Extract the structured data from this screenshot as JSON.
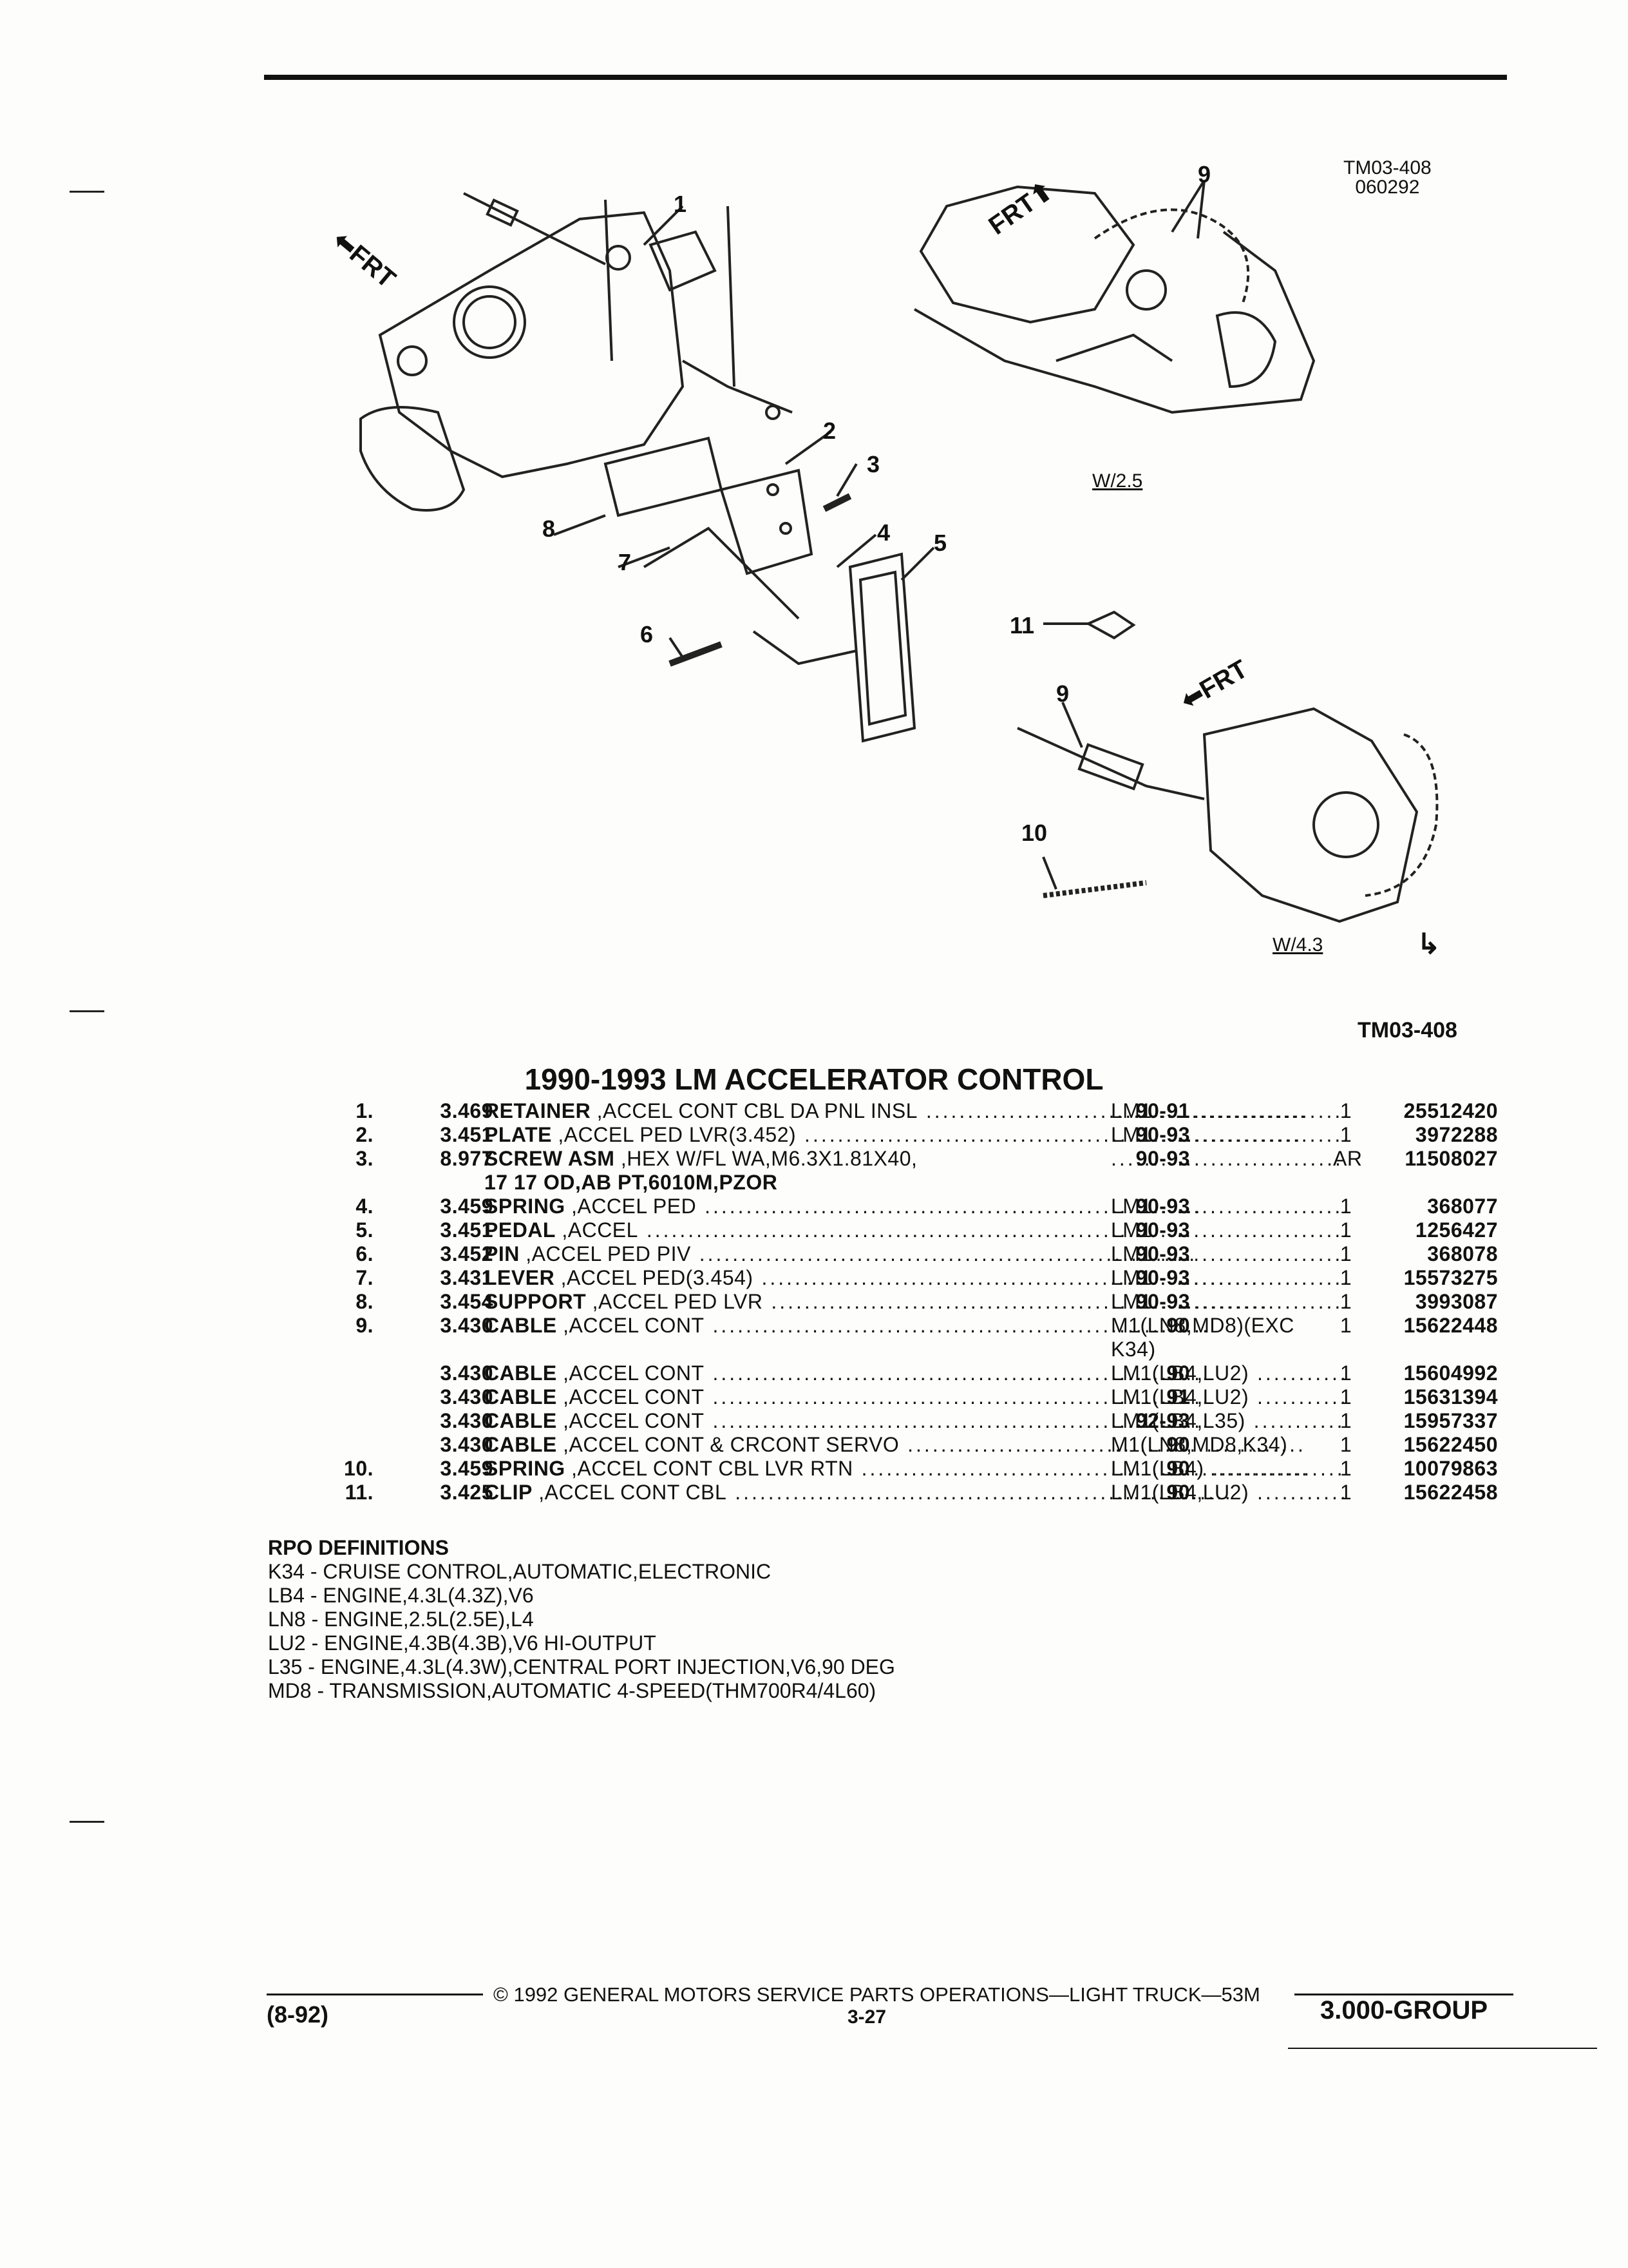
{
  "header": {
    "diagram_code": "TM03-408",
    "diagram_date": "060292"
  },
  "diagram": {
    "callouts": {
      "c1": "1",
      "c2": "2",
      "c3": "3",
      "c4": "4",
      "c5": "5",
      "c6": "6",
      "c7": "7",
      "c8": "8",
      "c9a": "9",
      "c9b": "9",
      "c10": "10",
      "c11": "11"
    },
    "frt_label": "FRT",
    "variant_upper": "W/2.5",
    "variant_lower": "W/4.3"
  },
  "diagram_ref": "TM03-408",
  "title": "1990-1993 LM ACCELERATOR CONTROL",
  "parts": [
    {
      "num": "1.",
      "group": "3.469",
      "name": "RETAINER",
      "desc": " ,ACCEL CONT CBL DA PNL INSL",
      "years": "90-91",
      "model": "LM1",
      "model_dots": true,
      "qty": "1",
      "part": "25512420"
    },
    {
      "num": "2.",
      "group": "3.451",
      "name": "PLATE",
      "desc": " ,ACCEL PED LVR(3.452)",
      "years": "90-93",
      "model": "LM1",
      "model_dots": true,
      "qty": "1",
      "part": "3972288"
    },
    {
      "num": "3.",
      "group": "8.977",
      "name": "SCREW ASM",
      "desc": " ,HEX W/FL WA,M6.3X1.81X40,",
      "years": "90-93",
      "model": "",
      "model_dots": true,
      "qty": "AR",
      "part": "11508027",
      "no_desc_dots": true
    },
    {
      "num": "",
      "group": "",
      "name": "",
      "desc": "17 17 OD,AB PT,6010M,PZOR",
      "years": "",
      "model": "",
      "model_dots": false,
      "qty": "",
      "part": "",
      "no_desc_dots": true,
      "plain": true
    },
    {
      "num": "4.",
      "group": "3.459",
      "name": "SPRING",
      "desc": " ,ACCEL PED",
      "years": "90-93",
      "model": "LM1",
      "model_dots": true,
      "qty": "1",
      "part": "368077"
    },
    {
      "num": "5.",
      "group": "3.451",
      "name": "PEDAL",
      "desc": " ,ACCEL",
      "years": "90-93",
      "model": "LM1",
      "model_dots": true,
      "qty": "1",
      "part": "1256427"
    },
    {
      "num": "6.",
      "group": "3.452",
      "name": "PIN",
      "desc": " ,ACCEL PED PIV",
      "years": "90-93",
      "model": "LM1",
      "model_dots": true,
      "qty": "1",
      "part": "368078"
    },
    {
      "num": "7.",
      "group": "3.431",
      "name": "LEVER",
      "desc": " ,ACCEL PED(3.454)",
      "years": "90-93",
      "model": "LM1",
      "model_dots": true,
      "qty": "1",
      "part": "15573275"
    },
    {
      "num": "8.",
      "group": "3.454",
      "name": "SUPPORT",
      "desc": " ,ACCEL PED LVR",
      "years": "90-93",
      "model": "LM1",
      "model_dots": true,
      "qty": "1",
      "part": "3993087"
    },
    {
      "num": "9.",
      "group": "3.430",
      "name": "CABLE",
      "desc": " ,ACCEL CONT",
      "years": "90",
      "model": "M1(LN8,MD8)(EXC",
      "model_dots": false,
      "qty": "1",
      "part": "15622448"
    },
    {
      "num": "",
      "group": "",
      "name": "",
      "desc": "",
      "years": "",
      "model": "K34)",
      "model_dots": false,
      "qty": "",
      "part": "",
      "no_desc_dots": true
    },
    {
      "num": "",
      "group": "3.430",
      "name": "CABLE",
      "desc": " ,ACCEL CONT",
      "years": "90",
      "model": "LM1(LB4,LU2)",
      "model_dots": true,
      "qty": "1",
      "part": "15604992"
    },
    {
      "num": "",
      "group": "3.430",
      "name": "CABLE",
      "desc": " ,ACCEL CONT",
      "years": "91",
      "model": "LM1(LB4,LU2)",
      "model_dots": true,
      "qty": "1",
      "part": "15631394"
    },
    {
      "num": "",
      "group": "3.430",
      "name": "CABLE",
      "desc": " ,ACCEL CONT",
      "years": "92-93",
      "model": "LM1(LB4,L35)",
      "model_dots": true,
      "qty": "1",
      "part": "15957337"
    },
    {
      "num": "",
      "group": "3.430",
      "name": "CABLE",
      "desc": " ,ACCEL CONT & CRCONT SERVO",
      "years": "90",
      "model": "M1(LN8,MD8,K34)",
      "model_dots": false,
      "qty": "1",
      "part": "15622450"
    },
    {
      "num": "10.",
      "group": "3.459",
      "name": "SPRING",
      "desc": " ,ACCEL CONT CBL LVR RTN",
      "years": "90",
      "model": "LM1(LB4)",
      "model_dots": true,
      "qty": "1",
      "part": "10079863"
    },
    {
      "num": "11.",
      "group": "3.425",
      "name": "CLIP",
      "desc": " ,ACCEL CONT CBL",
      "years": "90",
      "model": "LM1(LB4,LU2)",
      "model_dots": true,
      "qty": "1",
      "part": "15622458"
    }
  ],
  "rpo": {
    "title": "RPO DEFINITIONS",
    "items": [
      "K34 - CRUISE CONTROL,AUTOMATIC,ELECTRONIC",
      "LB4 - ENGINE,4.3L(4.3Z),V6",
      "LN8 - ENGINE,2.5L(2.5E),L4",
      "LU2 - ENGINE,4.3B(4.3B),V6 HI-OUTPUT",
      "L35 - ENGINE,4.3L(4.3W),CENTRAL PORT INJECTION,V6,90 DEG",
      "MD8 - TRANSMISSION,AUTOMATIC 4-SPEED(THM700R4/4L60)"
    ]
  },
  "footer": {
    "copyright": "© 1992 GENERAL MOTORS SERVICE PARTS OPERATIONS—LIGHT TRUCK—53M",
    "date": "(8-92)",
    "page": "3-27",
    "group": "3.000-GROUP"
  }
}
